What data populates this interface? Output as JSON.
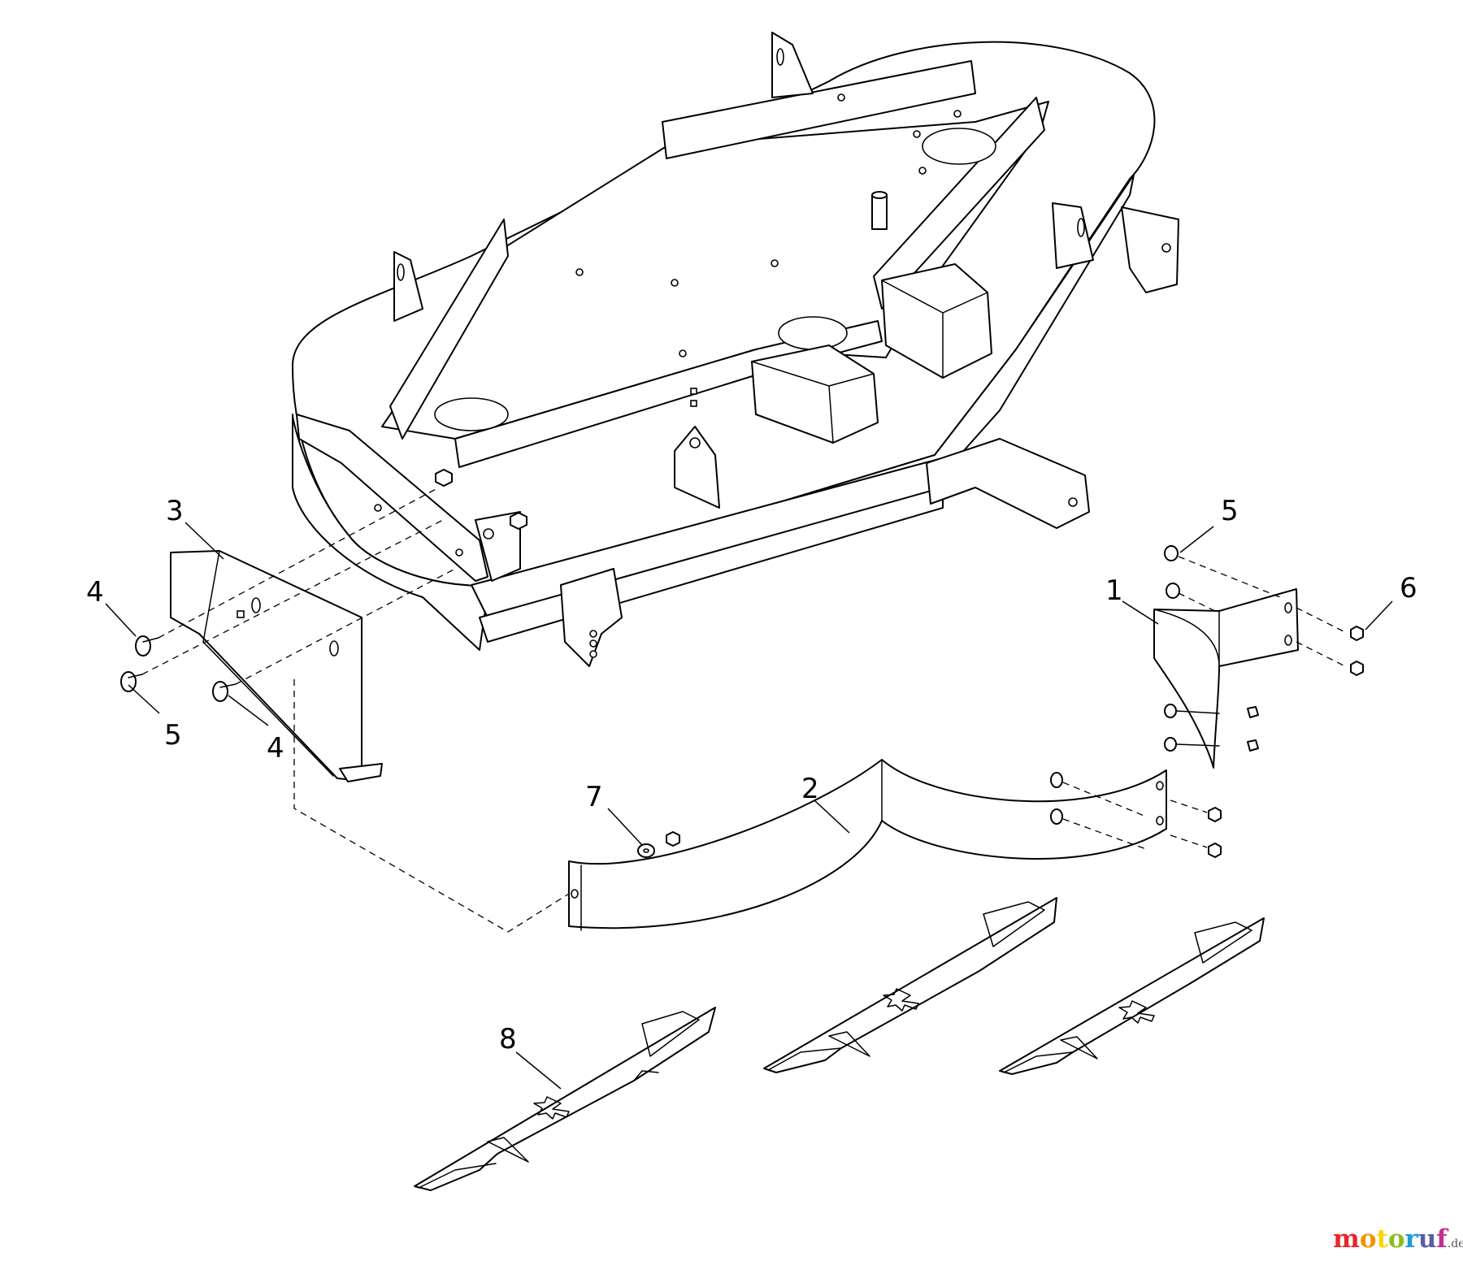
{
  "diagram": {
    "callouts": [
      {
        "id": "c3",
        "text": "3"
      },
      {
        "id": "c4a",
        "text": "4"
      },
      {
        "id": "c5a",
        "text": "5"
      },
      {
        "id": "c4b",
        "text": "4"
      },
      {
        "id": "c5b",
        "text": "5"
      },
      {
        "id": "c1",
        "text": "1"
      },
      {
        "id": "c6",
        "text": "6"
      },
      {
        "id": "c7",
        "text": "7"
      },
      {
        "id": "c2",
        "text": "2"
      },
      {
        "id": "c8",
        "text": "8"
      }
    ]
  },
  "watermark": {
    "brand": "motoruf",
    "suffix": ".de",
    "colors": [
      "#e5282a",
      "#f39200",
      "#ffd200",
      "#8bbf21",
      "#1e9ad6",
      "#5b5ea6",
      "#c62d8f"
    ]
  }
}
